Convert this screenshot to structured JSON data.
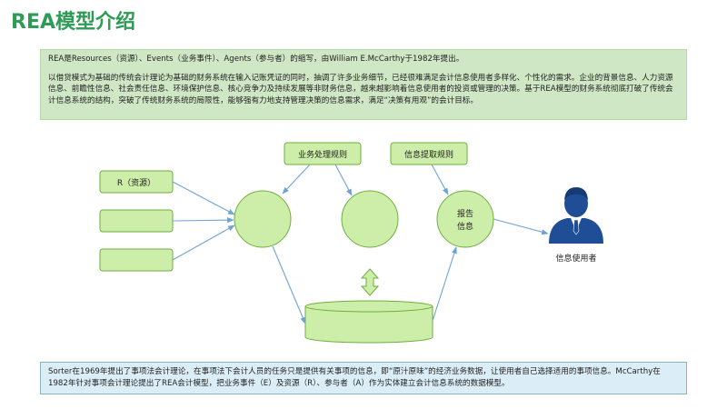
{
  "title": "REA模型介绍",
  "intro": {
    "line1": "REA是Resources（资源）、Events（业务事件）、Agents（参与者）的缩写，由William E.McCarthy于1982年提出。",
    "line2": "以借贷模式为基础的传统会计理论为基础的财务系统在输入记账凭证的同时，抽调了许多业务细节，已经很难满足会计信息使用者多样化、个性化的需求。企业的背景信息、人力资源信息、前瞻性信息、社会责任信息、环境保护信息、核心竞争力及持续发展等非财务信息，越来越影响着信息使用者的投资或管理的决策。基于REA模型的财务系统彻底打破了传统会计信息系统的结构，突破了传统财务系统的局限性，能够强有力地支持管理决策的信息需求，满足“决策有用观”的会计目标。"
  },
  "diagram": {
    "input_boxes": [
      "R（资源）",
      "",
      ""
    ],
    "rule_box_1": "业务处理规则",
    "rule_box_2": "信息提取规则",
    "report_line1": "报告",
    "report_line2": "信息",
    "user_label": "信息使用者"
  },
  "footer": "Sorter在1969年提出了事项法会计理论，在事项法下会计人员的任务只是提供有关事项的信息，即“原汁原味”的经济业务数据，让使用者自己选择适用的事项信息。McCarthy在1982年针对事项会计理论提出了REA会计模型，把业务事件（E）及资源（R）、参与者（A）作为实体建立会计信息系统的数据模型。",
  "colors": {
    "title": "#2e9b56",
    "green_fill": "#cdeea8",
    "green_stroke": "#6fae3f",
    "arrow": "#6fa3d4",
    "user_icon": "#1f4e96"
  }
}
